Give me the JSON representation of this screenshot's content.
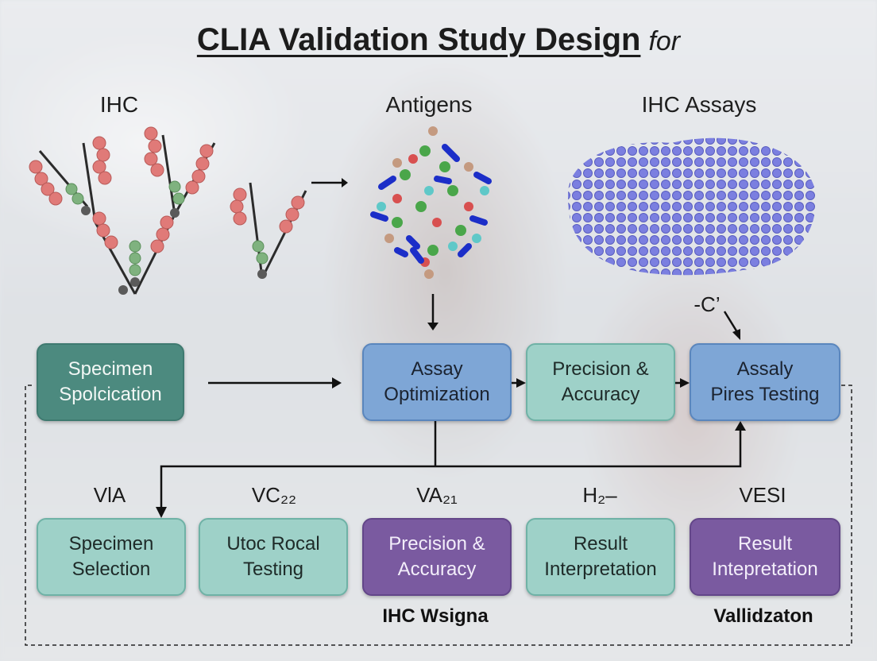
{
  "title": {
    "main": "CLIA Validation Study Design",
    "tail": "for"
  },
  "top_labels": {
    "left": "IHC",
    "center": "Antigens",
    "right": "IHC Assays"
  },
  "annotation_c": "-C’",
  "row1": [
    {
      "line1": "Specimen",
      "line2": "Spolcication"
    },
    {
      "line1": "Assay",
      "line2": "Optimization"
    },
    {
      "line1": "Precision &",
      "line2": "Accuracy"
    },
    {
      "line1": "Assaly",
      "line2": "Pires Testing"
    }
  ],
  "row2_labels": [
    "VlA",
    "VC₂₂",
    "VA₂₁",
    "H₂–",
    "VESI"
  ],
  "row2": [
    {
      "line1": "Specimen",
      "line2": "Selection"
    },
    {
      "line1": "Utoc Rocal",
      "line2": "Testing"
    },
    {
      "line1": "Precision &",
      "line2": "Accuracy"
    },
    {
      "line1": "Result",
      "line2": "Interpretation"
    },
    {
      "line1": "Result",
      "line2": "Intepretation"
    }
  ],
  "bottom_labels": {
    "center": "IHC Wsigna",
    "right": "Vallidzaton"
  },
  "colors": {
    "teal_dark": "#4c8a7f",
    "blue": "#7ea6d6",
    "mint": "#9ed1c8",
    "purple": "#7a5aa0",
    "antibody_red": "#e07a78",
    "antibody_green": "#7fb27f",
    "protein_blue": "#7b7fe0"
  },
  "icons": [
    "antibody-molecule-illustration",
    "antigen-cluster-illustration",
    "protein-blob-illustration"
  ]
}
